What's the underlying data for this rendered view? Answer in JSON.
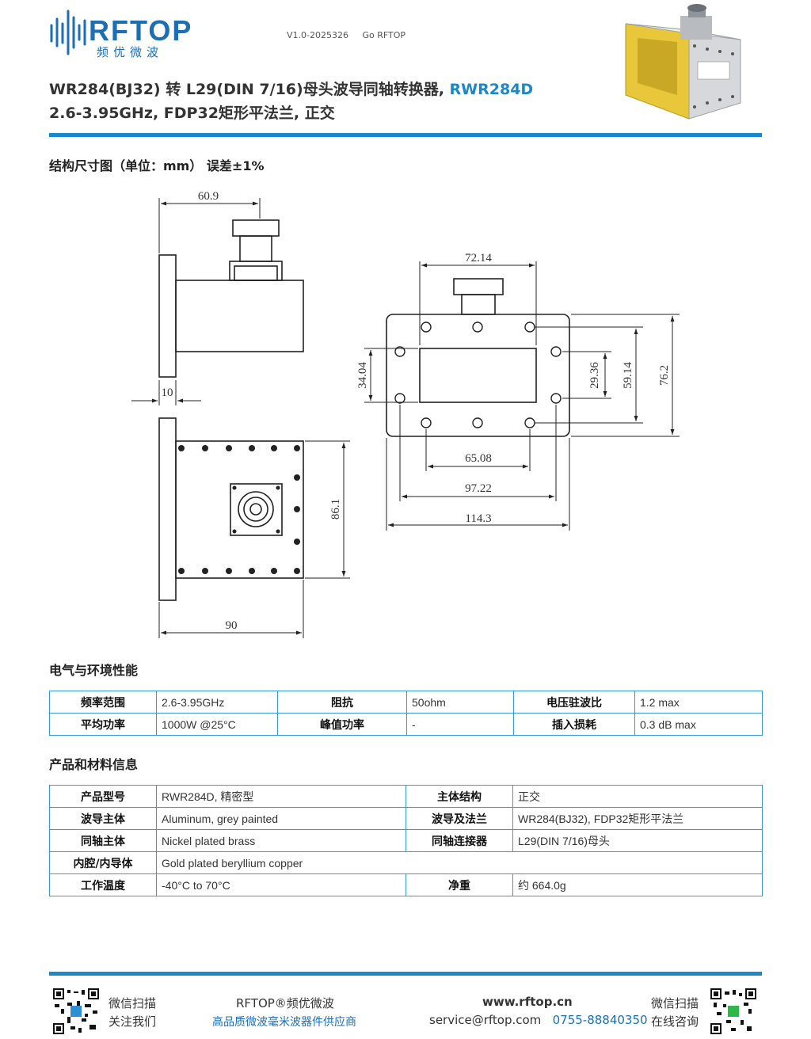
{
  "header": {
    "logo_text": "RFTOP",
    "logo_cn": "频优微波",
    "version": "V1.0-2025326",
    "tagline": "Go RFTOP",
    "title_line1": "WR284(BJ32) 转 L29(DIN 7/16)母头波导同轴转换器, ",
    "title_model": "RWR284D",
    "title_line2": "2.6-3.95GHz, FDP32矩形平法兰, 正交"
  },
  "drawing": {
    "section_title": "结构尺寸图（单位：mm） 误差±1%",
    "dims": {
      "side_width": "60.9",
      "flange_thk": "10",
      "front_width": "72.14",
      "inner_h": "34.04",
      "hole_v1": "29.36",
      "hole_v2": "59.14",
      "outer_h": "76.2",
      "hole_h1": "65.08",
      "hole_h2": "97.22",
      "outer_w": "114.3",
      "bottom_h": "86.1",
      "bottom_w": "90"
    }
  },
  "electrical": {
    "section_title": "电气与环境性能",
    "rows": [
      [
        "频率范围",
        "2.6-3.95GHz",
        "阻抗",
        "50ohm",
        "电压驻波比",
        "1.2 max"
      ],
      [
        "平均功率",
        "1000W @25°C",
        "峰值功率",
        "-",
        "插入损耗",
        "0.3 dB max"
      ]
    ]
  },
  "product": {
    "section_title": "产品和材料信息",
    "rows": [
      [
        "产品型号",
        "RWR284D, 精密型",
        "主体结构",
        "正交"
      ],
      [
        "波导主体",
        "Aluminum, grey painted",
        "波导及法兰",
        "WR284(BJ32), FDP32矩形平法兰"
      ],
      [
        "同轴主体",
        "Nickel plated brass",
        "同轴连接器",
        "L29(DIN 7/16)母头"
      ],
      [
        "内腔/内导体",
        "Gold plated beryllium copper"
      ],
      [
        "工作温度",
        "-40°C to 70°C",
        "净重",
        "约 664.0g"
      ]
    ]
  },
  "footer": {
    "wechat_scan": "微信扫描",
    "follow_us": "关注我们",
    "brand": "RFTOP®频优微波",
    "slogan": "高品质微波毫米波器件供应商",
    "website": "www.rftop.cn",
    "email": "service@rftop.com",
    "phone": "0755-88840350",
    "wechat_scan2": "微信扫描",
    "consult": "在线咨询"
  }
}
